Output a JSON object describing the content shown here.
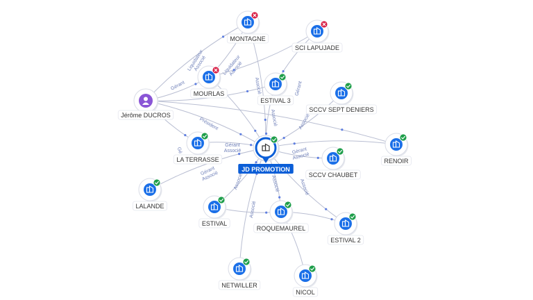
{
  "colors": {
    "edge": "#b9bed2",
    "node_blue": "#1a6fe8",
    "ok": "#1e9e4a",
    "ko": "#d81f46",
    "person": "#8a55d6",
    "central": "#0b5ed7",
    "edge_label": "#6e7fb8"
  },
  "icons": {
    "company": "building-icon",
    "person": "person-icon",
    "active": "check-badge-icon",
    "closed": "cross-badge-icon"
  },
  "central": {
    "id": "jd",
    "label": "JD PROMOTION",
    "status": "ok"
  },
  "person": {
    "id": "jerome",
    "label": "Jérôme DUCROS"
  },
  "nodes": [
    {
      "id": "montagne",
      "label": "MONTAGNE",
      "status": "ko"
    },
    {
      "id": "lapujade",
      "label": "SCI LAPUJADE",
      "status": "ko"
    },
    {
      "id": "mourlas",
      "label": "MOURLAS",
      "status": "ko"
    },
    {
      "id": "estival3",
      "label": "ESTIVAL 3",
      "status": "ok"
    },
    {
      "id": "sccvsept",
      "label": "SCCV SEPT DENIERS",
      "status": "ok"
    },
    {
      "id": "renoir",
      "label": "RENOIR",
      "status": "ok"
    },
    {
      "id": "terrasse",
      "label": "LA TERRASSE",
      "status": "ok"
    },
    {
      "id": "chaubet",
      "label": "SCCV CHAUBET",
      "status": "ok"
    },
    {
      "id": "lalande",
      "label": "LALANDE",
      "status": "ok"
    },
    {
      "id": "estival",
      "label": "ESTIVAL",
      "status": "ok"
    },
    {
      "id": "roquemaurel",
      "label": "ROQUEMAUREL",
      "status": "ok"
    },
    {
      "id": "estival2",
      "label": "ESTIVAL 2",
      "status": "ok"
    },
    {
      "id": "netwiller",
      "label": "NETWILLER",
      "status": "ok"
    },
    {
      "id": "nicol",
      "label": "NICOL",
      "status": "ok"
    }
  ],
  "edges": [
    {
      "from": "jerome",
      "to": "montagne",
      "label": "Liquidateur",
      "label2": "Associé"
    },
    {
      "from": "jerome",
      "to": "mourlas",
      "label": "Gérant"
    },
    {
      "from": "jerome",
      "to": "jd",
      "label": "Président"
    },
    {
      "from": "jerome",
      "to": "estival3",
      "label": ""
    },
    {
      "from": "jerome",
      "to": "renoir",
      "label": ""
    },
    {
      "from": "jerome",
      "to": "terrasse",
      "label": "Gé"
    },
    {
      "from": "mourlas",
      "to": "jd",
      "label": "Liquidateur",
      "label2": "Associé"
    },
    {
      "from": "mourlas",
      "to": "montagne",
      "label": ""
    },
    {
      "from": "lapujade",
      "to": "mourlas",
      "label": ""
    },
    {
      "from": "lapujade",
      "to": "estival3",
      "label": "Gérant"
    },
    {
      "from": "montagne",
      "to": "jd",
      "label": "Associé"
    },
    {
      "from": "estival3",
      "to": "jd",
      "label": "Associé"
    },
    {
      "from": "sccvsept",
      "to": "jd",
      "label": "Associé"
    },
    {
      "from": "renoir",
      "to": "jd",
      "label": ""
    },
    {
      "from": "terrasse",
      "to": "jd",
      "label": "Gérant",
      "label2": "Associé"
    },
    {
      "from": "jd",
      "to": "chaubet",
      "label": "Gérant",
      "label2": "Associé"
    },
    {
      "from": "lalande",
      "to": "jd",
      "label": "Gérant",
      "label2": "Associé"
    },
    {
      "from": "estival",
      "to": "jd",
      "label": "Associé"
    },
    {
      "from": "jd",
      "to": "roquemaurel",
      "label": "Associé"
    },
    {
      "from": "jd",
      "to": "estival2",
      "label": "Associé"
    },
    {
      "from": "netwiller",
      "to": "jd",
      "label": "Associé"
    },
    {
      "from": "nicol",
      "to": "roquemaurel",
      "label": ""
    },
    {
      "from": "roquemaurel",
      "to": "estival2",
      "label": ""
    },
    {
      "from": "estival",
      "to": "roquemaurel",
      "label": ""
    }
  ]
}
